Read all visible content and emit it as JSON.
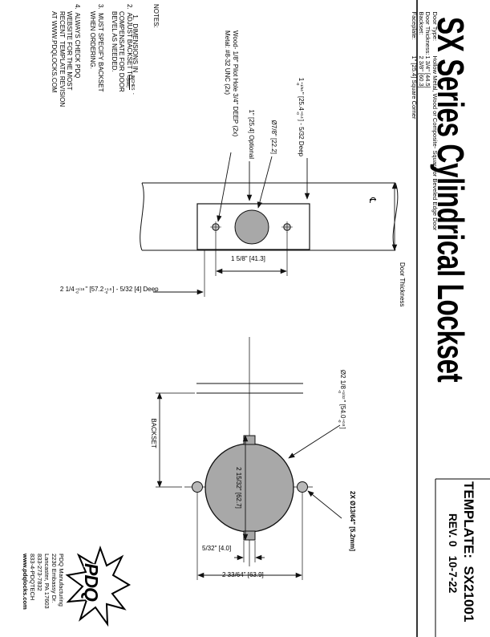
{
  "title": "SX Series Cylindrical Lockset",
  "title_block": {
    "template": "TEMPLATE:  SX21001",
    "rev": "REV. 0   10-7-22"
  },
  "header": {
    "rows": [
      {
        "label": "Door Type:",
        "value": "Hollow Metal, Wood or Composite- Square or Beveled Edge Door"
      },
      {
        "label": "Door Thickness:",
        "value": "1 3/4\" [44.5]"
      },
      {
        "label": "Backset:",
        "value": "2 3/8\" [60.3]"
      },
      {
        "label": "Faceplate:",
        "value": "1\" [25.4] Square Corner"
      }
    ]
  },
  "notes": {
    "heading": "NOTES:",
    "n1_prefix": "1.  DIMENSIONS IN ",
    "n1_stack_top": "INCHES",
    "n1_stack_bottom": "[MM]",
    "n1_suffix": " .",
    "n2": [
      "2.  ADJUST BACKSET TO",
      "COMPENSATE FOR DOOR",
      "BEVEL AS NEEDED."
    ],
    "n3": [
      "3.  MUST SPECIFY BACKSET",
      "WHEN ORDERING."
    ],
    "n4": [
      "4.  ALWAYS CHECK PDQ",
      "WEBSITE FOR THE MOST",
      "RECENT  TEMPLATE REVISION",
      "AT WWW.PDQLOCKS.COM"
    ]
  },
  "edge_view": {
    "door_thickness_label": "Door Thickness",
    "centerline_symbol": "℄",
    "faceplate_dim": {
      "v": "1",
      "t1": "+1/64",
      "b1": "-0",
      "m": "\" [25.4",
      "t2": "+0.4",
      "b2": "-0",
      "s": "] - 5/32 Deep"
    },
    "hole_dia": "Ø7/8\" [22.2]",
    "optional": "1\" [25.4] Optional",
    "pilot_line1": "Wood- 1/8\" Pilot Hole 3/4\" DEEP (2x)",
    "pilot_line2": "Metal: #8-32 UNC (2x)",
    "screw_spacing": "1 5/8\" [41.3]",
    "prep_dim": {
      "v": "2 1/4",
      "t1": "+1/16",
      "b1": "-0",
      "m": "\" [57.2",
      "t2": "+1.6",
      "b2": "-0",
      "s": "] - 5/32 [4] Deep"
    }
  },
  "face_view": {
    "backset_label": "BACKSET",
    "bore_dim": {
      "v": "Ø2 1/8",
      "t1": "+1/32",
      "b1": "-0",
      "m": "\" [54.0",
      "t2": "+0.8",
      "b2": "-0",
      "s": "]"
    },
    "bolt_dia": "2X Ø13/64\" [5.2mm]",
    "across_tabs": "2 15/32\" [62.7]",
    "tab_dim": "5/32\" [4.0]",
    "bolt_spacing": "2 33/64\" [63.9]"
  },
  "footer": {
    "logo": "PDQ",
    "lines": [
      "PDQ Manufacturing",
      "2230 Embassy Dr.",
      "Lancaster, PA 17603",
      "833-273-7832",
      "833-4-PDQTECH",
      "www.pdqlocks.com"
    ]
  }
}
